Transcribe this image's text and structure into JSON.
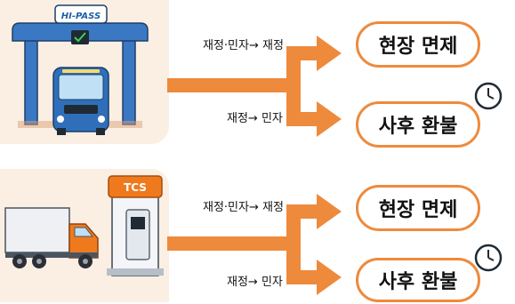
{
  "top_section": {
    "gate_sign": "HI-PASS",
    "route_mixed_label": "재정·민자→ 재정",
    "route_private_label": "재정→ 민자",
    "result_onsite": "현장 면제",
    "result_refund": "사후 환불"
  },
  "bottom_section": {
    "gate_sign": "TCS",
    "route_mixed_label": "재정·민자→ 재정",
    "route_private_label": "재정→ 민자",
    "result_onsite": "현장 면제",
    "result_refund": "사후 환불"
  },
  "colors": {
    "accent_orange": "#ee8a3c",
    "gate_blue": "#3b78c4",
    "bus_blue": "#2f6fb9",
    "truck_orange": "#ef7a1e",
    "panel_bg": "#fbeee3"
  },
  "icons": [
    "hipass-gate-icon",
    "bus-icon",
    "tcs-booth-icon",
    "truck-icon",
    "clock-icon",
    "arrow-icon"
  ]
}
